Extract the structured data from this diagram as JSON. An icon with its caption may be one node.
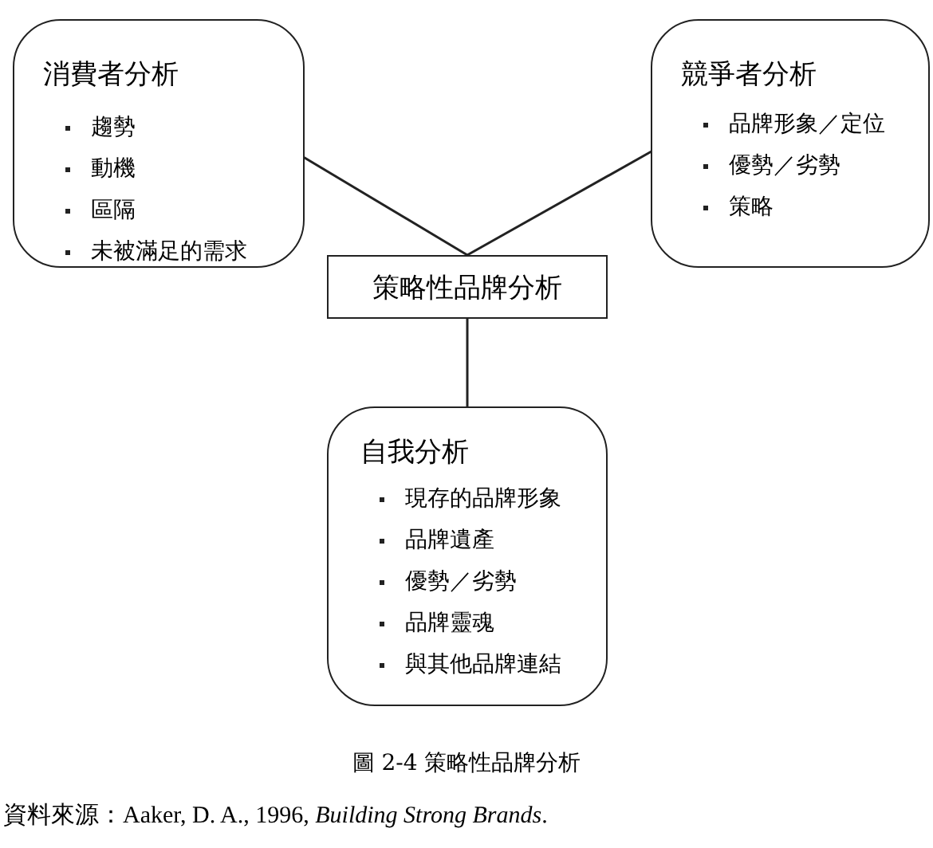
{
  "diagram": {
    "caption": "圖 2-4 策略性品牌分析",
    "nodes": [
      {
        "text": [
          "消費者分析",
          "趨勢",
          "動機",
          "區隔",
          "未被滿足的需求"
        ]
      },
      {
        "text": [
          "競爭者分析",
          "品牌形象／定位",
          "優勢／劣勢",
          "策略"
        ]
      },
      {
        "text": [
          "策略性品牌分析"
        ]
      },
      {
        "text": [
          "自我分析",
          "現存的品牌形象",
          "品牌遺產",
          "優勢／劣勢",
          "品牌靈魂",
          "與其他品牌連結"
        ]
      }
    ],
    "edges": [
      {
        "from": 0,
        "to": 2,
        "arrow": "none"
      },
      {
        "from": 1,
        "to": 2,
        "arrow": "none"
      },
      {
        "from": 2,
        "to": 3,
        "arrow": "none"
      }
    ],
    "labels": [
      "資料來源：Aaker, D. A., 1996, *Building Strong Brands*."
    ]
  }
}
